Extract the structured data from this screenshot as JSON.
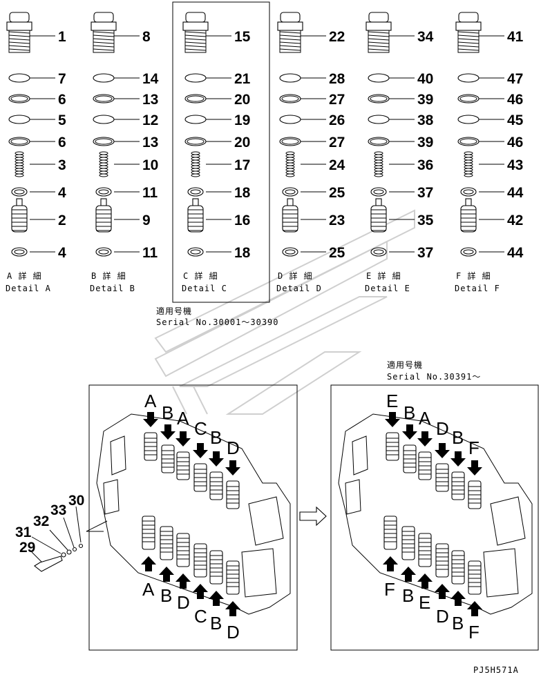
{
  "drawing_code": "PJ5H571A",
  "serial1": {
    "jp": "適用号機",
    "en": "Serial No.30001～30390"
  },
  "serial2": {
    "jp": "適用号機",
    "en": "Serial No.30391～"
  },
  "columns": [
    {
      "jp": "A 詳 細",
      "en": "Detail A",
      "parts": [
        "1",
        "7",
        "6",
        "5",
        "6",
        "3",
        "4",
        "2",
        "4"
      ]
    },
    {
      "jp": "B 詳 細",
      "en": "Detail B",
      "parts": [
        "8",
        "14",
        "13",
        "12",
        "13",
        "10",
        "11",
        "9",
        "11"
      ]
    },
    {
      "jp": "C 詳 細",
      "en": "Detail C",
      "parts": [
        "15",
        "21",
        "20",
        "19",
        "20",
        "17",
        "18",
        "16",
        "18"
      ]
    },
    {
      "jp": "D 詳 細",
      "en": "Detail D",
      "parts": [
        "22",
        "28",
        "27",
        "26",
        "27",
        "24",
        "25",
        "23",
        "25"
      ]
    },
    {
      "jp": "E 詳 細",
      "en": "Detail E",
      "parts": [
        "34",
        "40",
        "39",
        "38",
        "39",
        "36",
        "37",
        "35",
        "37"
      ]
    },
    {
      "jp": "F 詳 細",
      "en": "Detail F",
      "parts": [
        "41",
        "47",
        "46",
        "45",
        "46",
        "43",
        "44",
        "42",
        "44"
      ]
    }
  ],
  "assembly_left": {
    "top_letters": [
      "A",
      "B",
      "A",
      "C",
      "B",
      "D"
    ],
    "bottom_letters": [
      "A",
      "B",
      "D",
      "C",
      "B",
      "D"
    ]
  },
  "assembly_right": {
    "top_letters": [
      "E",
      "B",
      "A",
      "D",
      "B",
      "F"
    ],
    "bottom_letters": [
      "F",
      "B",
      "E",
      "D",
      "B",
      "F"
    ]
  },
  "bolt_parts": [
    "29",
    "31",
    "32",
    "33",
    "30"
  ]
}
